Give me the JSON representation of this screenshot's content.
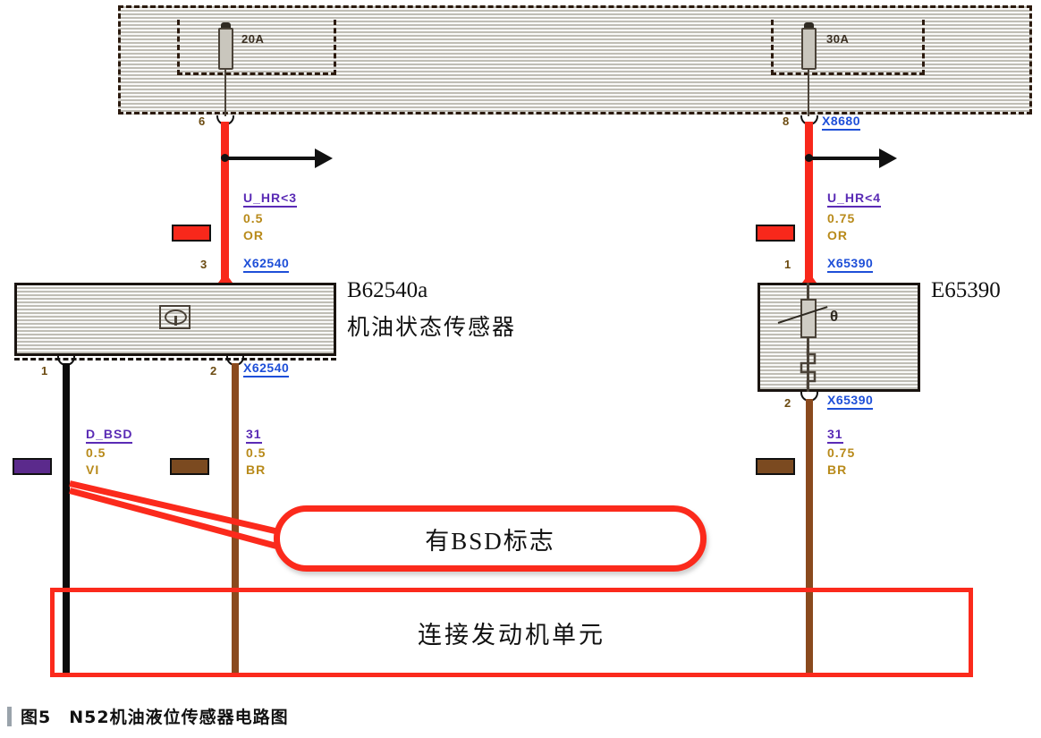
{
  "figure": {
    "caption_number": "图5",
    "caption_title": "N52机油液位传感器电路图"
  },
  "fuse_panel": {
    "fuses": [
      {
        "rating": "20A",
        "pin": "6"
      },
      {
        "rating": "30A",
        "pin": "8",
        "connector": "X8680"
      }
    ]
  },
  "wires": {
    "left_supply": {
      "signal": "U_HR<3",
      "size": "0.5",
      "color_code": "OR",
      "color_hex": "#f8281b",
      "pin": "3",
      "connector": "X62540"
    },
    "right_supply": {
      "signal": "U_HR<4",
      "size": "0.75",
      "color_code": "OR",
      "color_hex": "#f8281b",
      "pin": "1",
      "connector": "X65390"
    },
    "left_bus": {
      "signal": "D_BSD",
      "size": "0.5",
      "color_code": "VI",
      "color_hex": "#5b2a8c",
      "pin": "1",
      "connector": "X62540"
    },
    "left_ground": {
      "signal": "31",
      "size": "0.5",
      "color_code": "BR",
      "color_hex": "#7b4a20",
      "pin": "2",
      "connector": "X62540"
    },
    "right_ground": {
      "signal": "31",
      "size": "0.75",
      "color_code": "BR",
      "color_hex": "#7b4a20",
      "pin": "2",
      "connector": "X65390"
    }
  },
  "components": {
    "oil_sensor": {
      "id": "B62540a",
      "name": "机油状态传感器",
      "symbol": "oil-level-sensor-icon"
    },
    "heater": {
      "id": "E65390",
      "symbol_theta": "θ"
    }
  },
  "annotations": {
    "callout": "有BSD标志",
    "engine_unit_box": "连接发动机单元"
  },
  "colors": {
    "annotation_red": "#fb2a1c",
    "connector_blue": "#1e4fd8",
    "signal_violet": "#5a2bb5",
    "size_gold": "#b88a1a"
  }
}
